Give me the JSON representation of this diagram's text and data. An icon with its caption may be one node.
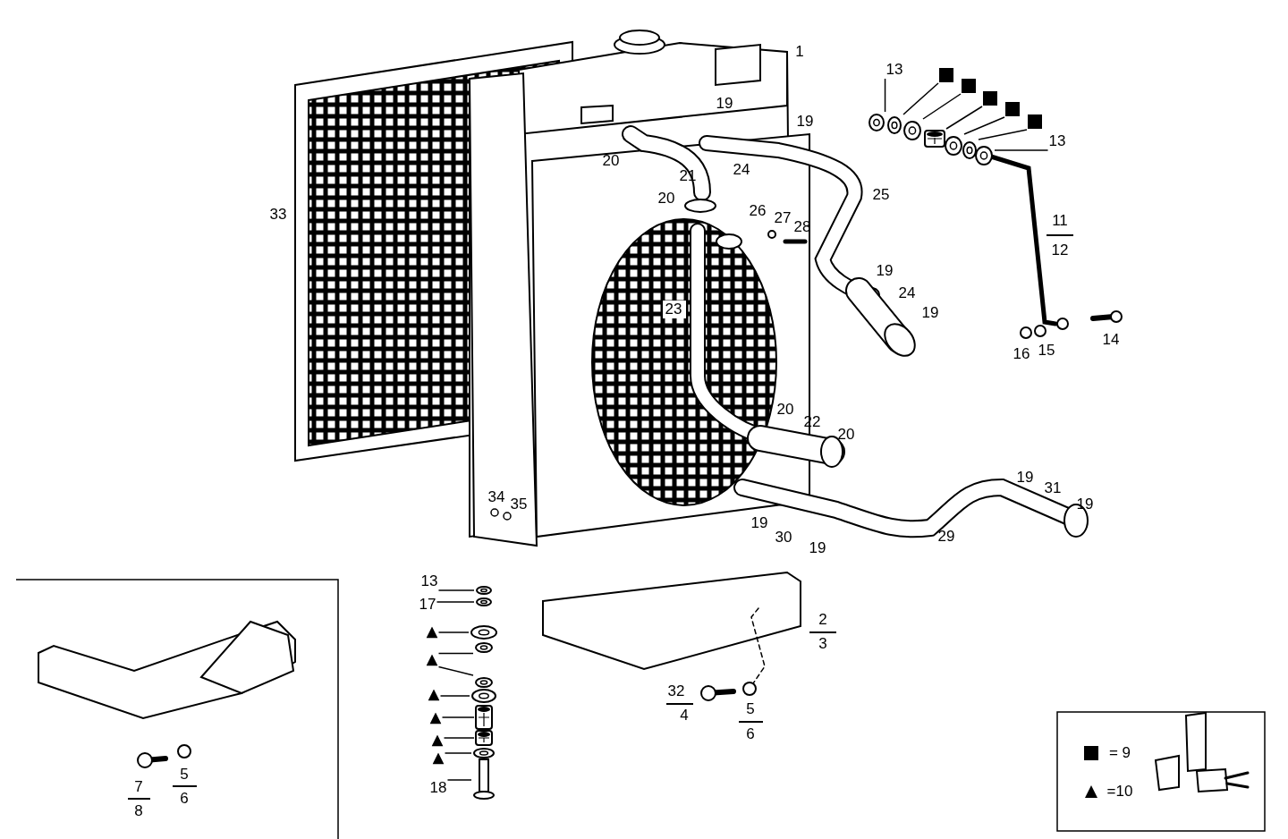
{
  "diagram": {
    "nodes": [
      {
        "text": [
          "13"
        ]
      },
      {
        "text": [],
        "shape": "square"
      },
      {
        "text": [],
        "shape": "square"
      },
      {
        "text": [],
        "shape": "square"
      },
      {
        "text": [],
        "shape": "square"
      },
      {
        "text": [],
        "shape": "square"
      },
      {
        "text": [
          "13"
        ]
      },
      {
        "text": [
          "13"
        ]
      },
      {
        "text": [
          "17"
        ]
      },
      {
        "text": [],
        "shape": "triangle"
      },
      {
        "text": [],
        "shape": "triangle"
      },
      {
        "text": [],
        "shape": "triangle"
      },
      {
        "text": [],
        "shape": "triangle"
      },
      {
        "text": [],
        "shape": "triangle"
      },
      {
        "text": [],
        "shape": "triangle"
      },
      {
        "text": [
          "18"
        ]
      },
      {
        "text": [],
        "shape": "picture"
      },
      {
        "text": [],
        "shape": "picture"
      },
      {
        "text": [],
        "shape": "picture"
      },
      {
        "text": [],
        "shape": "picture"
      },
      {
        "text": [],
        "shape": "picture"
      },
      {
        "text": [],
        "shape": "picture"
      },
      {
        "text": [],
        "shape": "picture"
      },
      {
        "text": [],
        "shape": "picture"
      },
      {
        "text": [],
        "shape": "picture"
      },
      {
        "text": [],
        "shape": "picture"
      },
      {
        "text": [],
        "shape": "picture"
      },
      {
        "text": [],
        "shape": "picture"
      },
      {
        "text": [],
        "shape": "picture"
      },
      {
        "text": [],
        "shape": "picture"
      },
      {
        "text": [],
        "shape": "picture"
      },
      {
        "text": [],
        "shape": "picture"
      },
      {
        "text": [],
        "shape": "picture"
      }
    ],
    "edges": [
      {
        "from": 0,
        "to": 16,
        "arrow": "none"
      },
      {
        "from": 1,
        "to": 17,
        "arrow": "none"
      },
      {
        "from": 2,
        "to": 18,
        "arrow": "none"
      },
      {
        "from": 3,
        "to": 19,
        "arrow": "none"
      },
      {
        "from": 4,
        "to": 20,
        "arrow": "none"
      },
      {
        "from": 5,
        "to": 21,
        "arrow": "none"
      },
      {
        "from": 6,
        "to": 22,
        "arrow": "none"
      },
      {
        "from": 7,
        "to": 23,
        "arrow": "none"
      },
      {
        "from": 8,
        "to": 24,
        "arrow": "none"
      },
      {
        "from": 9,
        "to": 25,
        "arrow": "none"
      },
      {
        "from": 10,
        "to": 26,
        "arrow": "none"
      },
      {
        "from": 10,
        "to": 27,
        "arrow": "none"
      },
      {
        "from": 11,
        "to": 28,
        "arrow": "none"
      },
      {
        "from": 12,
        "to": 29,
        "arrow": "none"
      },
      {
        "from": 13,
        "to": 30,
        "arrow": "none"
      },
      {
        "from": 14,
        "to": 31,
        "arrow": "none"
      },
      {
        "from": 15,
        "to": 32,
        "arrow": "none"
      }
    ],
    "labels": [
      "1",
      "19",
      "19",
      "20",
      "24",
      "21",
      "25",
      "20",
      "26",
      "27",
      "28",
      "33",
      "11",
      "12",
      "19",
      "24",
      "23",
      "19",
      "14",
      "16",
      "15",
      "20",
      "22",
      "20",
      "19",
      "31",
      "19",
      "34",
      "35",
      "19",
      "30",
      "19",
      "29",
      "2",
      "3",
      "32",
      "4",
      "5",
      "6",
      "7",
      "8",
      "5",
      "6"
    ],
    "legend": [
      {
        "text": "= 9"
      },
      {
        "text": "=10"
      }
    ]
  }
}
